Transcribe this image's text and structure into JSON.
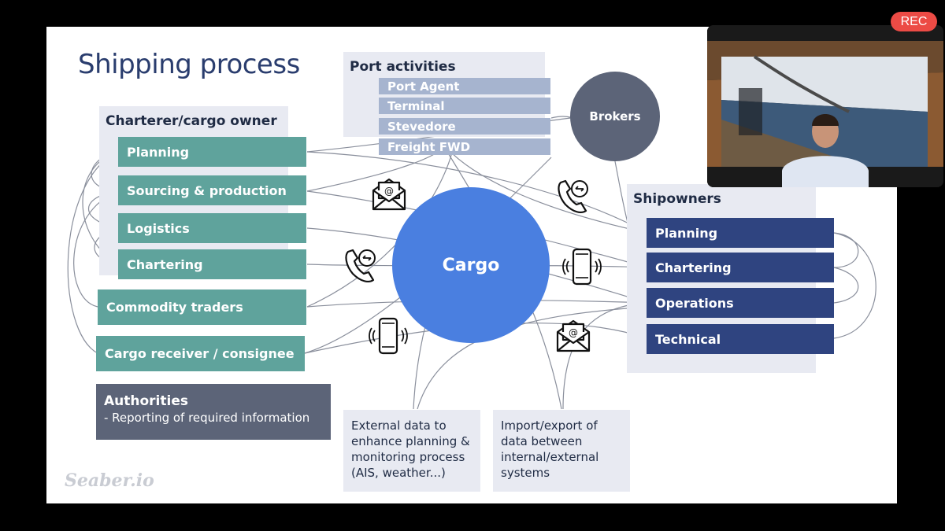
{
  "slide_title": "Shipping process",
  "charterer": {
    "title": "Charterer/cargo owner",
    "items": [
      "Planning",
      "Sourcing & production",
      "Logistics",
      "Chartering"
    ]
  },
  "commodity_traders": "Commodity traders",
  "cargo_receiver": "Cargo receiver / consignee",
  "authorities": {
    "title": "Authorities",
    "detail": "-  Reporting of required information"
  },
  "port": {
    "title": "Port activities",
    "items": [
      "Port Agent",
      "Terminal",
      "Stevedore",
      "Freight FWD"
    ]
  },
  "brokers": "Brokers",
  "cargo": "Cargo",
  "shipowners": {
    "title": "Shipowners",
    "items": [
      "Planning",
      "Chartering",
      "Operations",
      "Technical"
    ]
  },
  "notes": {
    "external_data": [
      "External data to",
      "enhance planning &",
      "monitoring process",
      "(AIS, weather...)"
    ],
    "import_export": [
      "Import/export of",
      "data between",
      "internal/external",
      "systems"
    ]
  },
  "logo": "Seaber.io",
  "recording_badge": "REC",
  "icons": [
    "email-icon",
    "phone-exchange-icon",
    "mobile-phone-icon",
    "webcam-video"
  ],
  "colors": {
    "teal": "#5fa39c",
    "navy": "#2f4480",
    "cargo_blue": "#4a7fe0",
    "brokers_gray": "#5c6478",
    "port_items": "#a6b4cf",
    "title": "#2a3d6e",
    "rec": "#ec4b45"
  }
}
